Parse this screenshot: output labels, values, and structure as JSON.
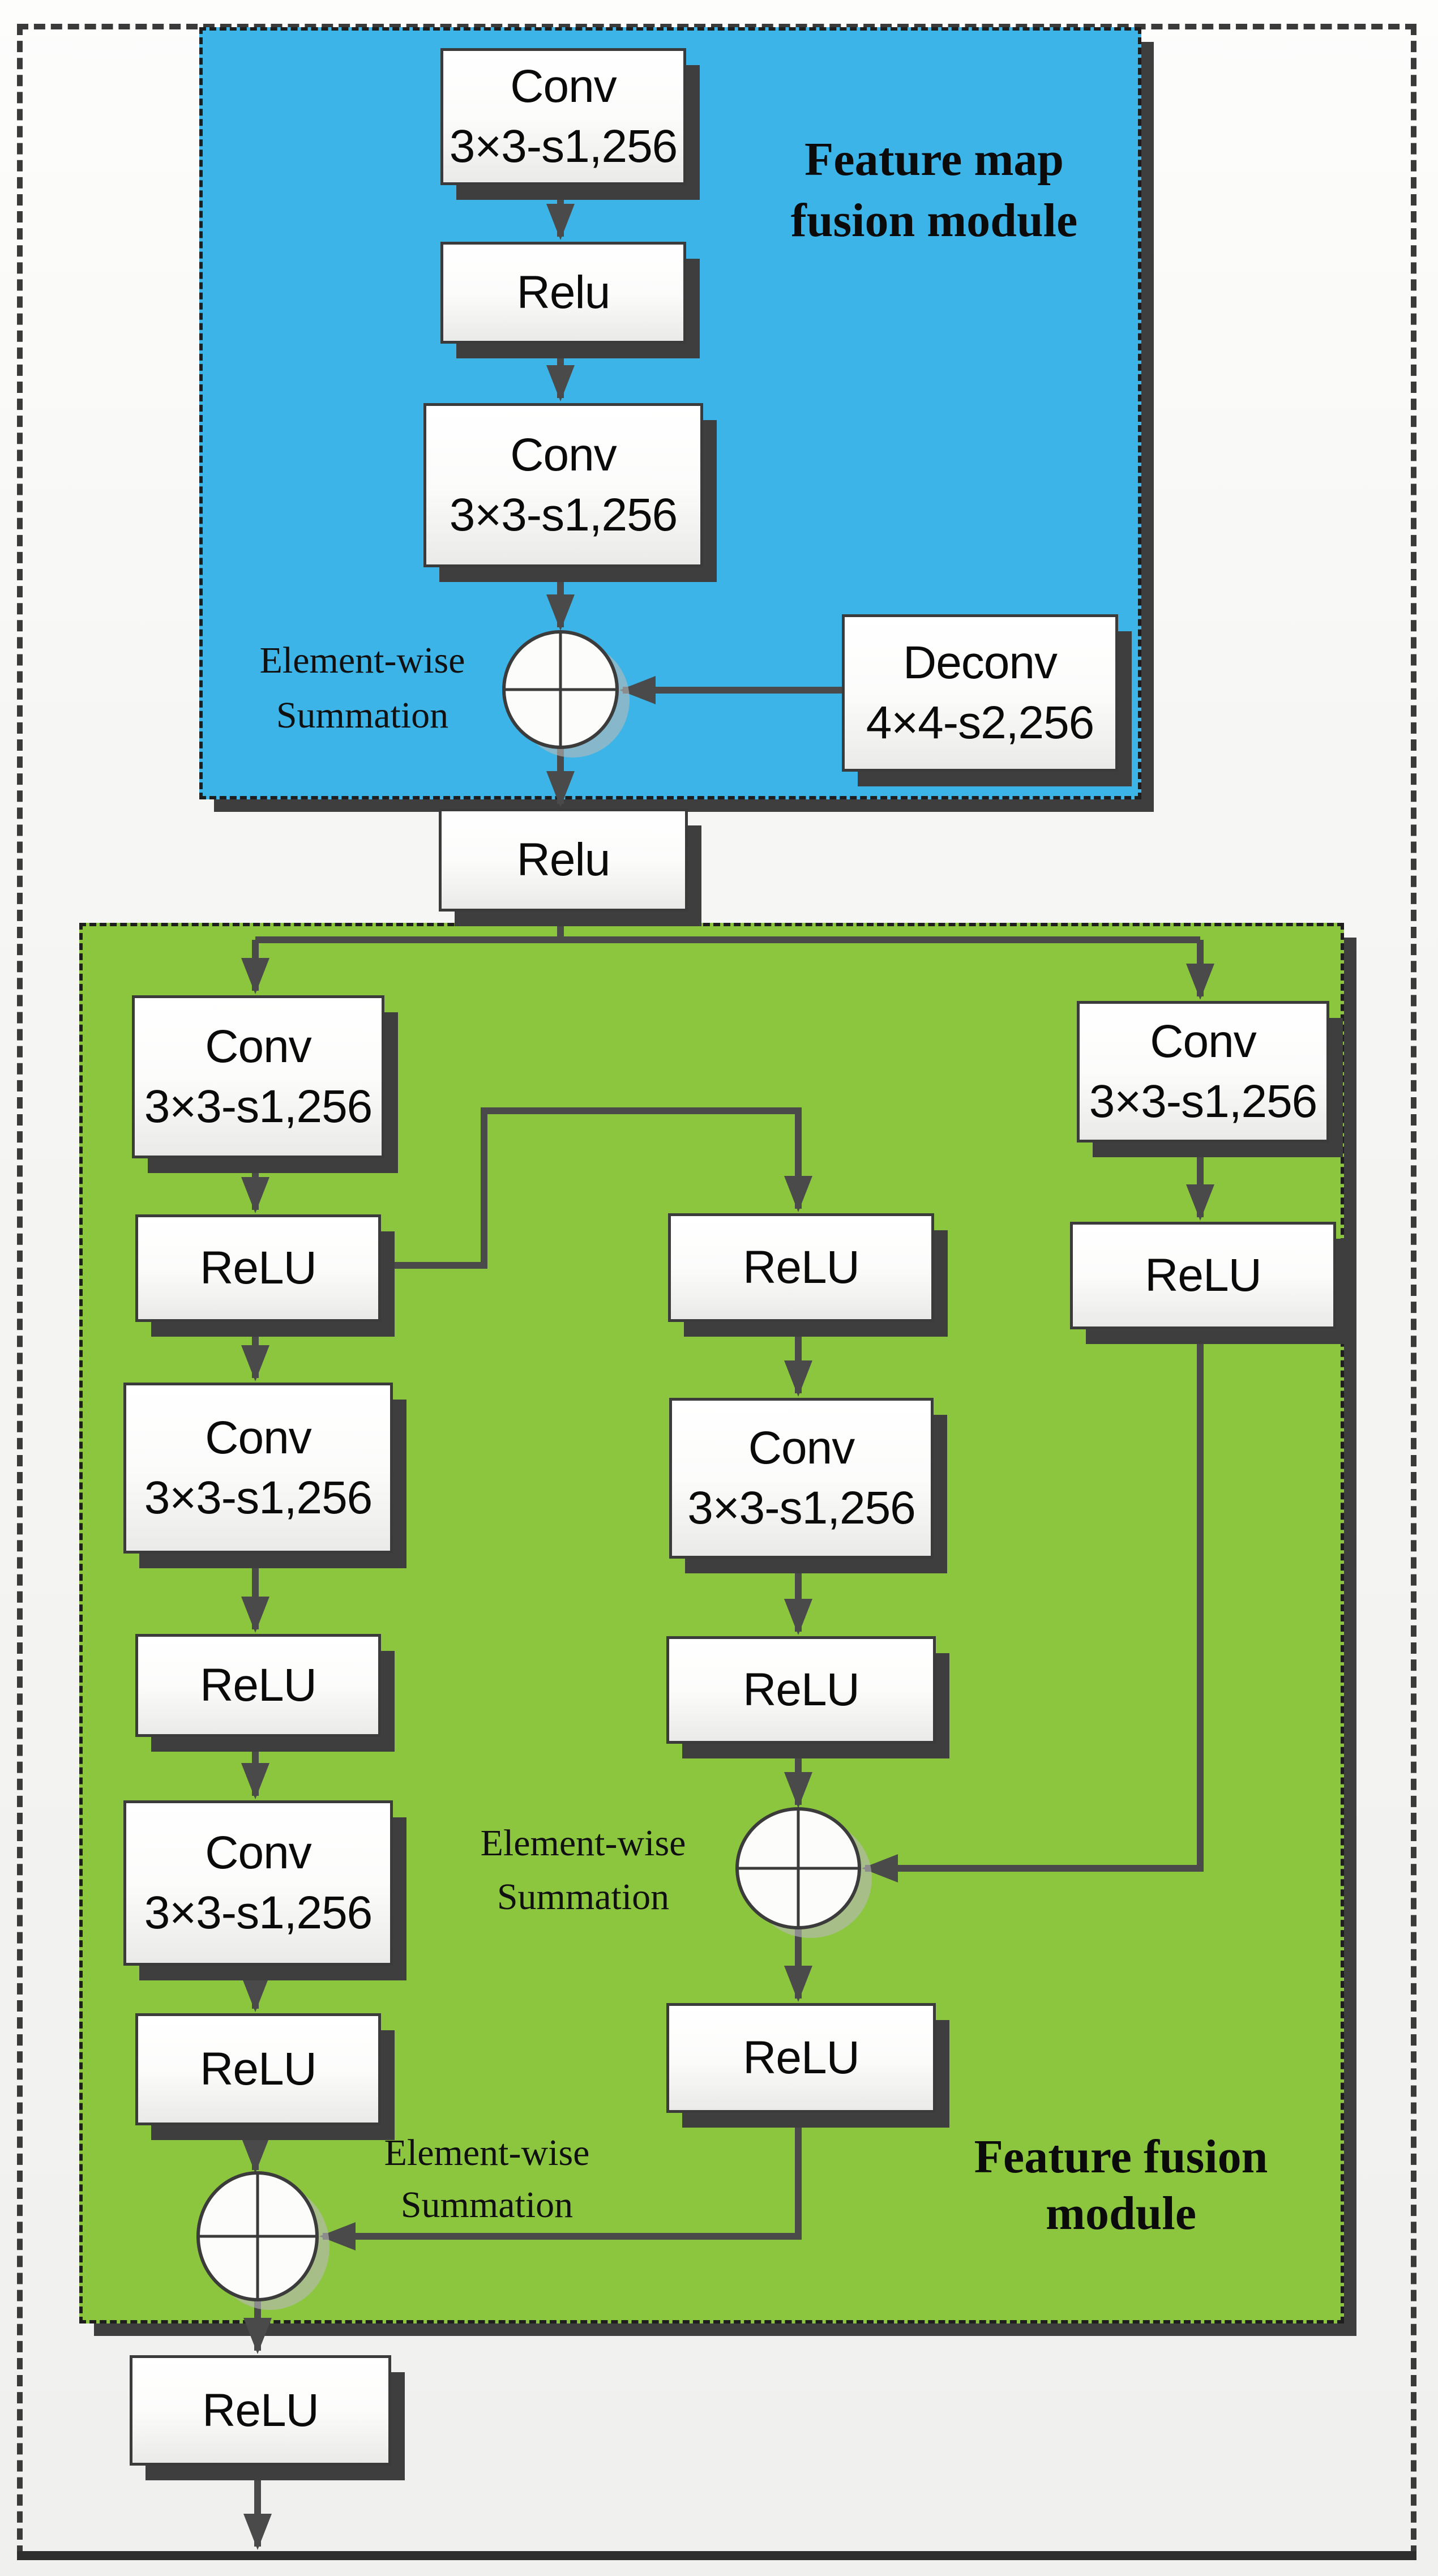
{
  "modules": {
    "feature_map": {
      "title_l1": "Feature map",
      "title_l2": "fusion module",
      "fill": "#3CB4E7"
    },
    "feature_fusion": {
      "title_l1": "Feature fusion",
      "title_l2": "module",
      "fill": "#8CC63F"
    }
  },
  "labels": {
    "sum1_l1": "Element-wise",
    "sum1_l2": "Summation",
    "sum2_l1": "Element-wise",
    "sum2_l2": "Summation",
    "sum3_l1": "Element-wise",
    "sum3_l2": "Summation"
  },
  "nodes": {
    "b1": {
      "l1": "Conv",
      "l2": "3×3-s1,256"
    },
    "b2": {
      "l1": "Relu"
    },
    "b3": {
      "l1": "Conv",
      "l2": "3×3-s1,256"
    },
    "b4": {
      "l1": "Deconv",
      "l2": "4×4-s2,256"
    },
    "b5": {
      "l1": "Relu"
    },
    "l1": {
      "l1": "Conv",
      "l2": "3×3-s1,256"
    },
    "l2": {
      "l1": "ReLU"
    },
    "l3": {
      "l1": "Conv",
      "l2": "3×3-s1,256"
    },
    "l4": {
      "l1": "ReLU"
    },
    "l5": {
      "l1": "Conv",
      "l2": "3×3-s1,256"
    },
    "l6": {
      "l1": "ReLU"
    },
    "m1": {
      "l1": "ReLU"
    },
    "m2": {
      "l1": "Conv",
      "l2": "3×3-s1,256"
    },
    "m3": {
      "l1": "ReLU"
    },
    "m4": {
      "l1": "ReLU"
    },
    "r1": {
      "l1": "Conv",
      "l2": "3×3-s1,256"
    },
    "r2": {
      "l1": "ReLU"
    },
    "f1": {
      "l1": "ReLU"
    }
  },
  "colors": {
    "arrow": "#4a4a4a",
    "box_border": "#3b3b3b",
    "blue": "#3CB4E7",
    "green": "#8CC63F"
  }
}
